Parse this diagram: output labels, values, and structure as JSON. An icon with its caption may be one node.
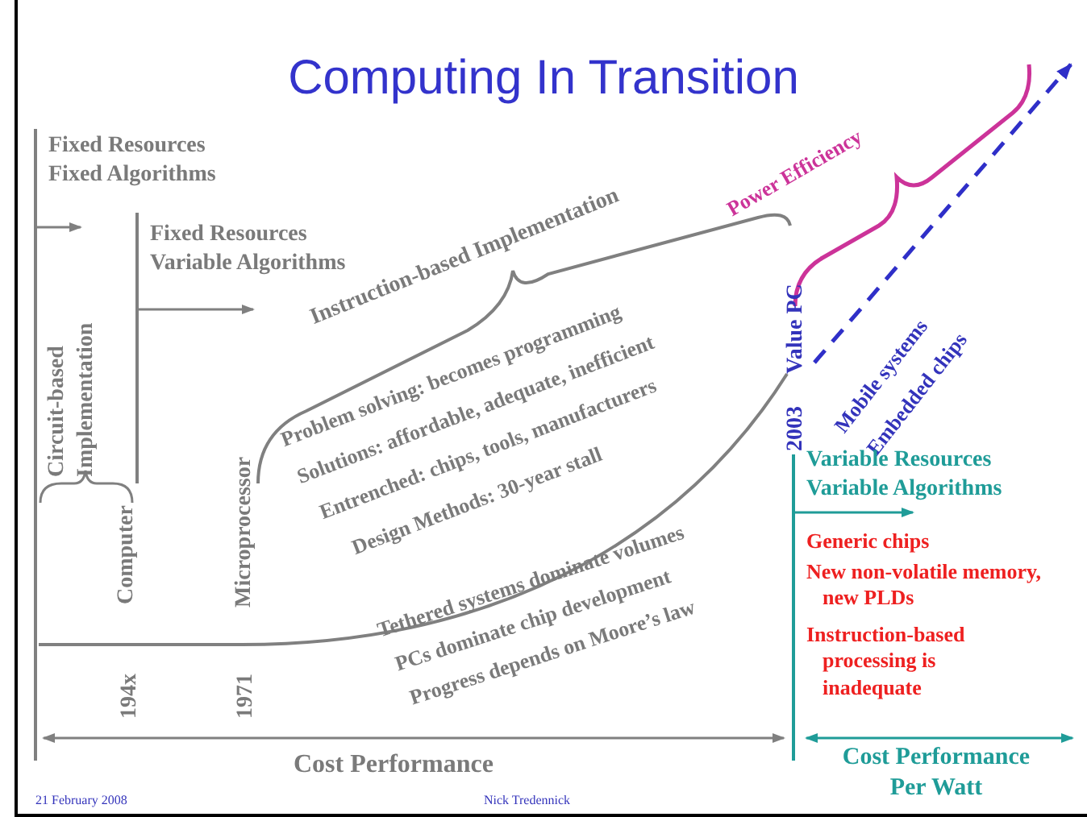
{
  "diagram": {
    "title": "Computing In Transition",
    "labels": [
      "Fixed Resources Fixed Algorithms",
      "Fixed Resources Variable Algorithms",
      "Circuit-based Implementation",
      "Power Efficiency",
      "Instruction-based Implementation",
      "Problem solving: becomes programming",
      "Solutions: affordable, adequate, inefficient",
      "Entrenched: chips, tools, manufacturers",
      "Design Methods: 30-year stall",
      "Value PC",
      "Mobile systems",
      "Embedded chips",
      "2003",
      "Computer",
      "Microprocessor",
      "Variable Resources Variable Algorithms",
      "Generic chips",
      "New non-volatile memory, new PLDs",
      "Tethered systems dominate volumes",
      "PCs dominate chip development",
      "Progress depends on Moore’s law",
      "Instruction-based processing is inadequate",
      "194x",
      "1971",
      "Cost Performance",
      "Cost Performance Per Watt",
      "21 February 2008",
      "Nick Tredennick"
    ]
  }
}
